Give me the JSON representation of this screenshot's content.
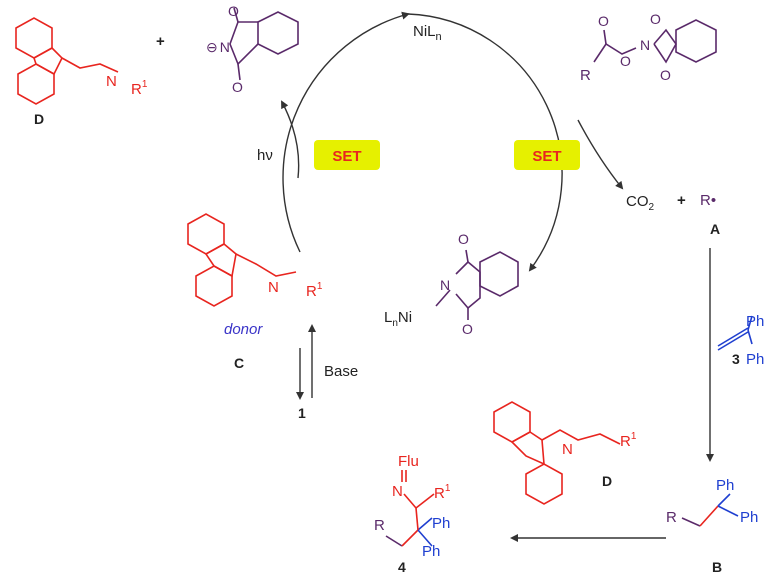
{
  "catalyst": {
    "prefix": "NiL",
    "sub": "n"
  },
  "ligand_ni": {
    "prefix": "L",
    "sub": "n",
    "suffix": "Ni"
  },
  "set_badge": {
    "text": "SET",
    "fill": "#e6f000",
    "text_color": "#e8251f"
  },
  "hv": "hν",
  "donor": "donor",
  "base": "Base",
  "labels": {
    "C": "C",
    "D_top": "D",
    "D_mid": "D",
    "A": "A",
    "B": "B",
    "one": "1",
    "three": "3",
    "four": "4"
  },
  "co2": {
    "prefix": "CO",
    "sub": "2"
  },
  "plus": "+",
  "R": "R",
  "R_dot": "R•",
  "R1": {
    "base": "R",
    "sup": "1"
  },
  "N": "N",
  "O": "O",
  "Ph": "Ph",
  "Flu": "Flu",
  "minus": "⊖",
  "colors": {
    "red": "#e8251f",
    "purple": "#5a2a6a",
    "blue": "#1f3fd0",
    "black": "#222222"
  }
}
